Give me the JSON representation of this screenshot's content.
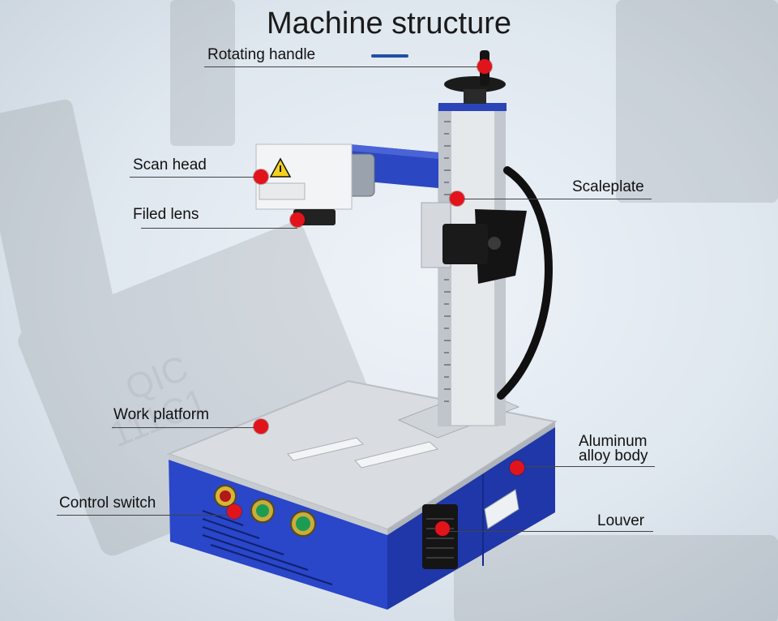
{
  "title": "Machine structure",
  "labels": {
    "rotating_handle": "Rotating handle",
    "scan_head": "Scan head",
    "filed_lens": "Filed lens",
    "scaleplate": "Scaleplate",
    "work_platform": "Work platform",
    "aluminum_alloy_body_line1": "Aluminum",
    "aluminum_alloy_body_line2": "alloy body",
    "control_switch": "Control switch",
    "louver": "Louver"
  },
  "colors": {
    "marker": "#e1141c",
    "body_blue": "#2440c8",
    "accent": "#1f4fa6"
  }
}
